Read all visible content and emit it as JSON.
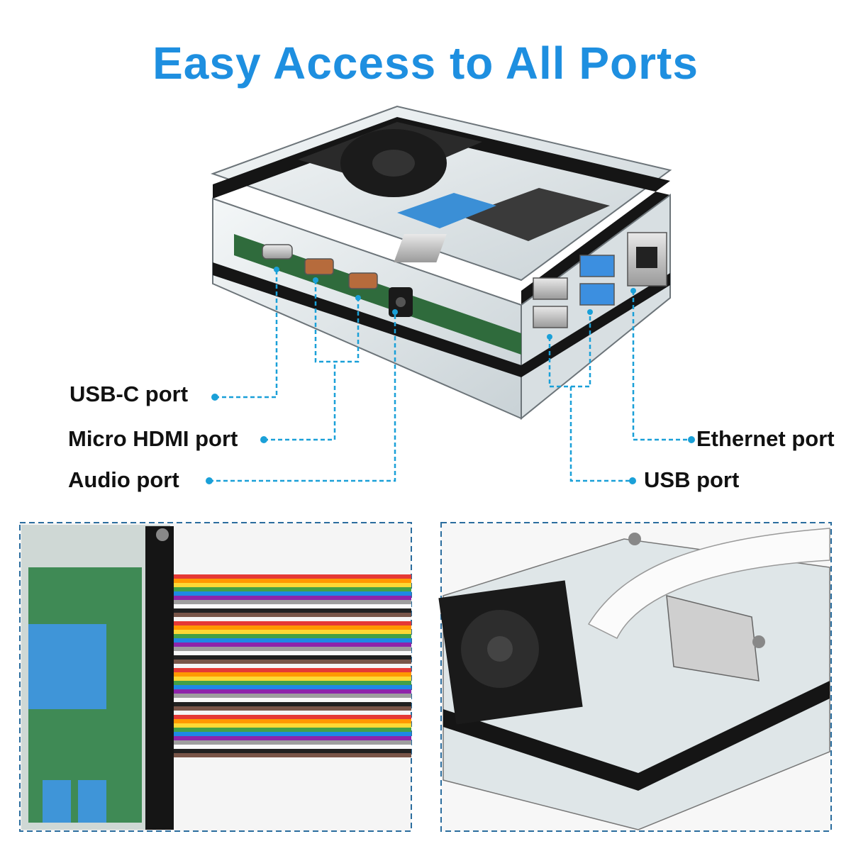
{
  "title": "Easy Access to All Ports",
  "labels": {
    "usb_c": "USB-C port",
    "micro_hdmi": "Micro HDMI port",
    "audio": "Audio port",
    "ethernet": "Ethernet port",
    "usb": "USB port"
  },
  "colors": {
    "title": "#1e8fe0",
    "callout": "#1aa0d8",
    "label": "#111111",
    "frame": "#2b6d9e"
  }
}
